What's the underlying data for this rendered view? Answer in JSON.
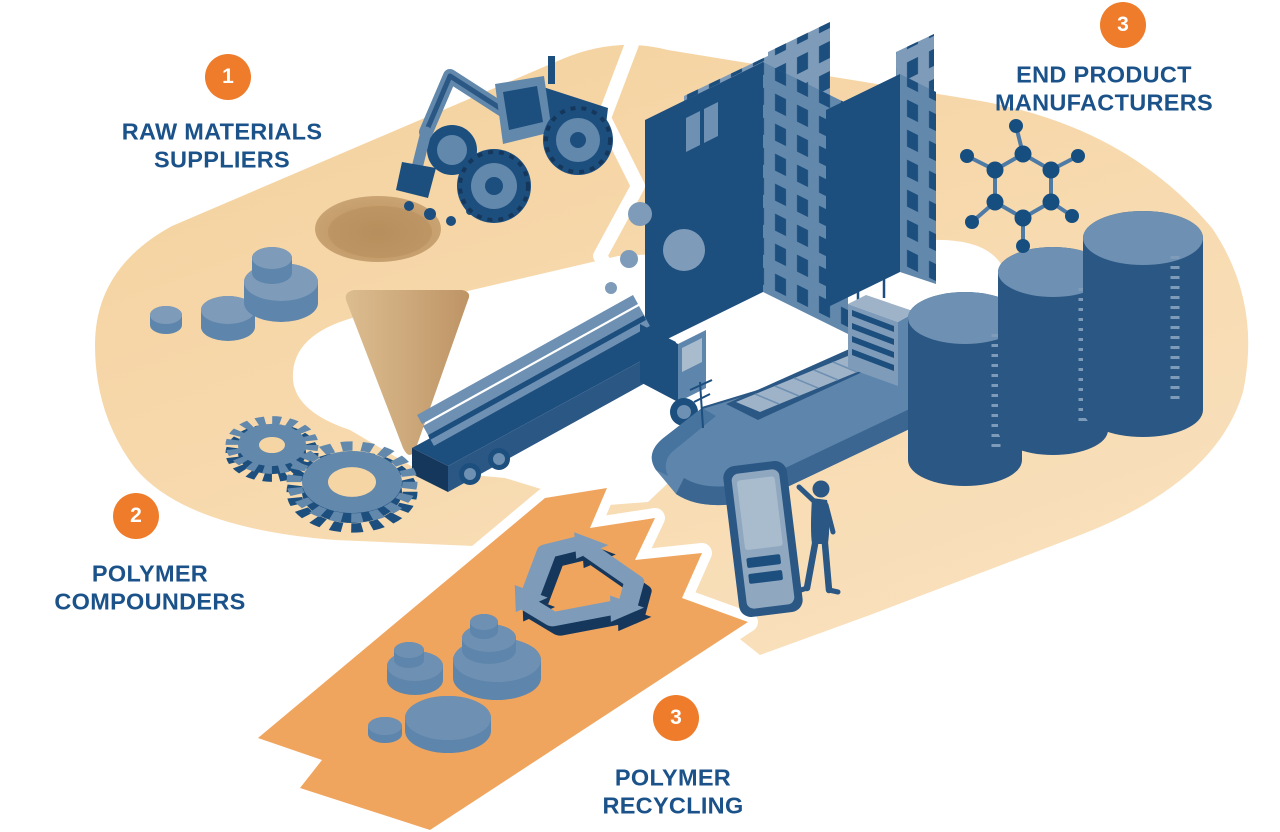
{
  "diagram": {
    "steps": [
      {
        "number": "1",
        "label": "RAW MATERIALS SUPPLIERS"
      },
      {
        "number": "2",
        "label": "POLYMER COMPOUNDERS"
      },
      {
        "number": "3",
        "label": "END PRODUCT MANUFACTURERS"
      },
      {
        "number": "3",
        "label": "POLYMER RECYCLING"
      }
    ],
    "icons": [
      "excavator-icon",
      "mining-pit-icon",
      "funnel-icon",
      "raw-material-discs-icon",
      "gears-icon",
      "truck-icon",
      "factory-buildings-icon",
      "steam-dots-icon",
      "cargo-ship-icon",
      "storage-tanks-icon",
      "molecule-icon",
      "smartphone-icon",
      "person-icon",
      "recycling-arrows-icon",
      "recycled-discs-icon"
    ],
    "colors": {
      "badge_orange": "#EE7C2B",
      "label_blue": "#1A5289",
      "loop_tan": "#F6D5A4",
      "recycling_orange": "#F0A55F",
      "navy": "#1C4E7E",
      "steel_blue": "#6288AC",
      "light_steel": "#7E9CB9",
      "pit_brown": "#C9A475"
    }
  }
}
